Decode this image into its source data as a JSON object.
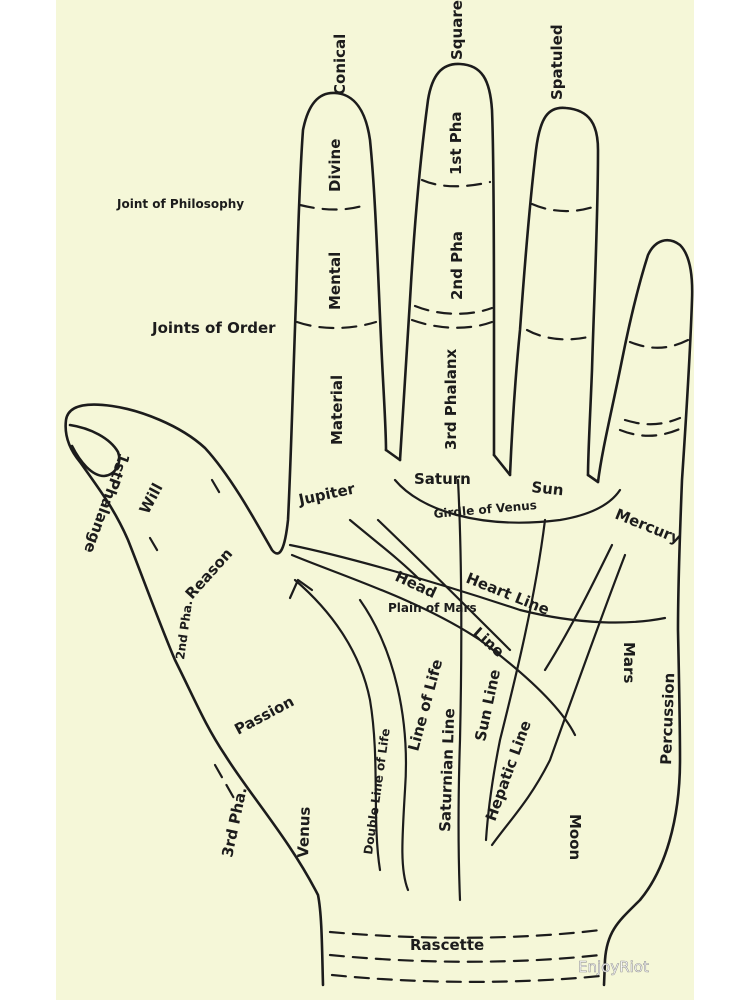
{
  "background_color": "#f5f7d8",
  "ink_color": "#1c1c1c",
  "labels": {
    "conical": "Conical",
    "square": "Square",
    "spatuled": "Spatuled",
    "joint_philosophy": "Joint of Philosophy",
    "joints_order": "Joints of Order",
    "divine": "Divine",
    "mental": "Mental",
    "material": "Material",
    "pha1": "1st Pha",
    "pha2": "2nd Pha",
    "phalanx3": "3rd Phalanx",
    "jupiter": "Jupiter",
    "saturn": "Saturn",
    "sun": "Sun",
    "mercury": "Mercury",
    "girdle": "Girdle of Venus",
    "will": "Will",
    "phalange1": "1stPhalange",
    "reason": "Reason",
    "pha2_thumb": "2nd Pha.",
    "heart_line": "Heart Line",
    "head": "Head",
    "line": "Line",
    "plain_of_mars": "Plain of Mars",
    "passion": "Passion",
    "double_line_life": "Double Line of Life",
    "line_of_life": "Line of Life",
    "saturnian_line": "Saturnian Line",
    "sun_line": "Sun Line",
    "hepatic_line": "Hepatic Line",
    "mars": "Mars",
    "percussion": "Percussion",
    "pha3_thumb": "3rd Pha.",
    "venus": "Venus",
    "moon": "Moon",
    "rascette": "Rascette"
  },
  "watermark": "EnjoyRiot"
}
